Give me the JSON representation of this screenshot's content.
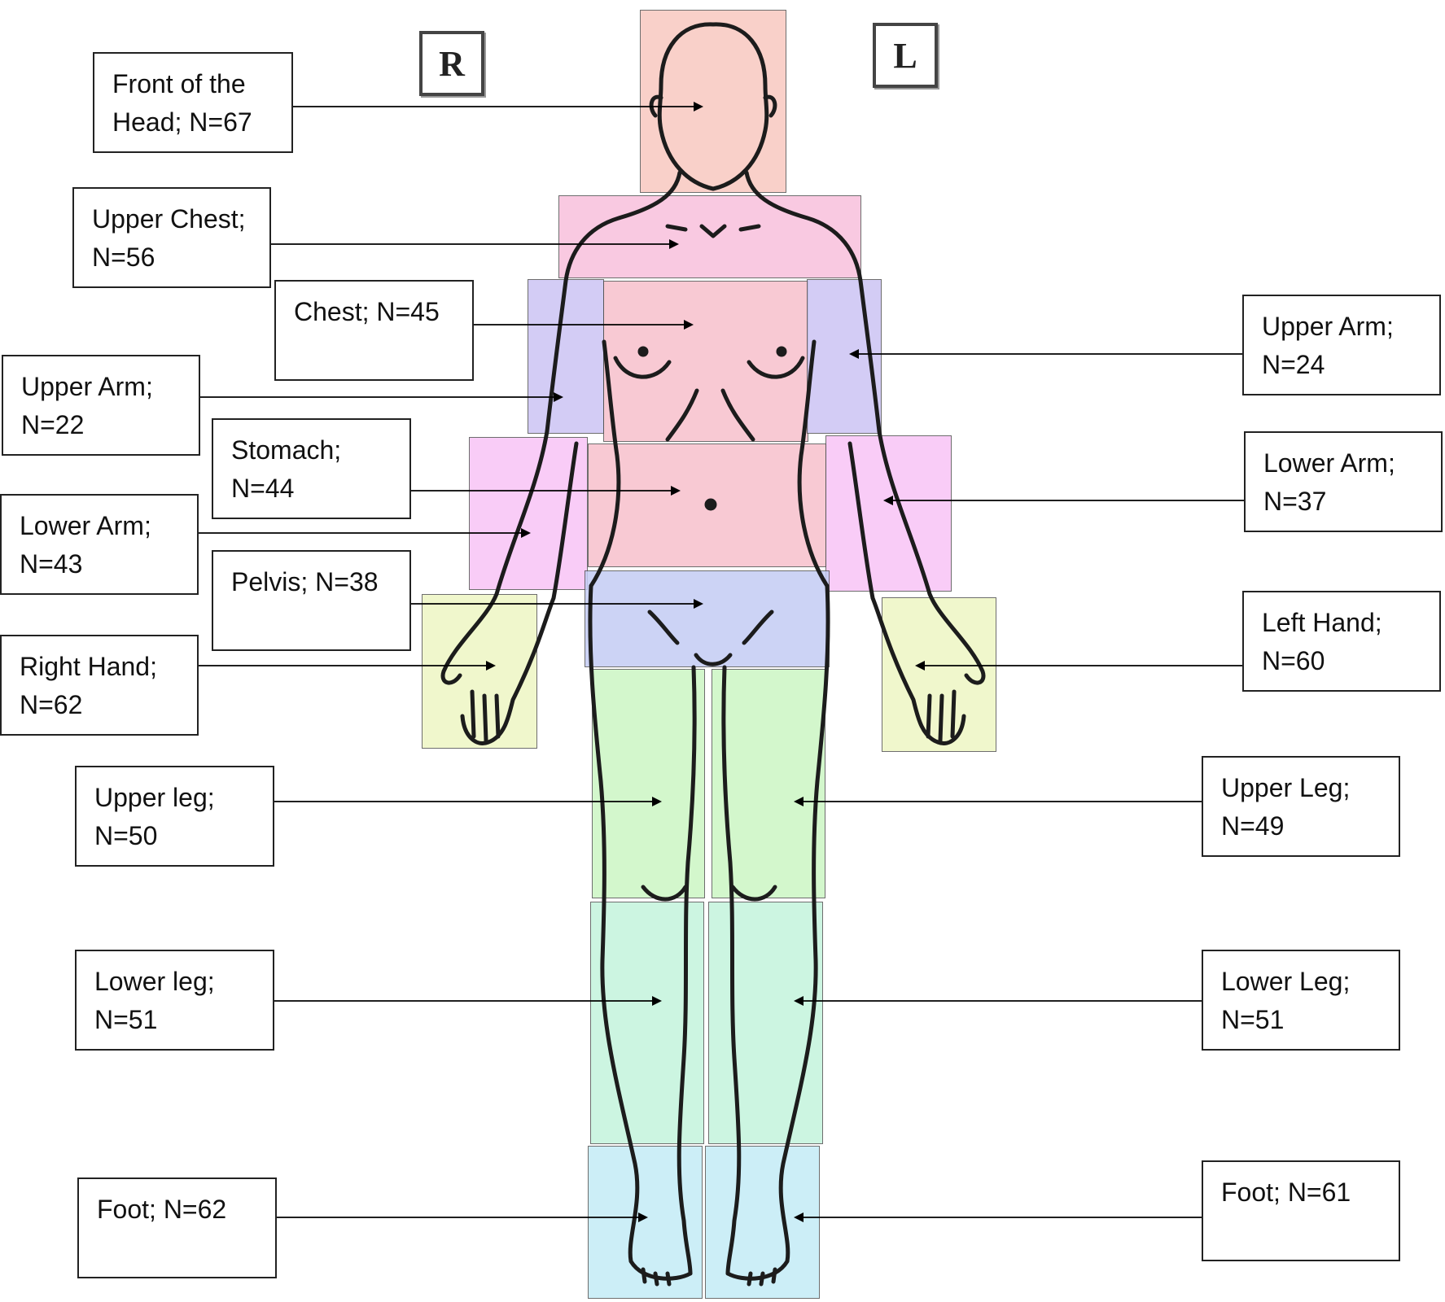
{
  "markers": {
    "right": "R",
    "left": "L"
  },
  "colors": {
    "head": "#f9c8c0",
    "upper_chest": "#f9c0dc",
    "torso": "#f7c0cc",
    "upper_arm": "#ccc4f4",
    "lower_arm": "#f8c4f6",
    "pelvis": "#c4ccf4",
    "hand": "#eef6c4",
    "upper_leg": "#ccf6c4",
    "lower_leg": "#c4f4dc",
    "foot": "#c4ecf6"
  },
  "labels": {
    "head": {
      "line1": "Front of the",
      "line2": "Head; N=67"
    },
    "upper_chest": {
      "line1": "Upper Chest;",
      "line2": "N=56"
    },
    "chest": {
      "line1": "Chest; N=45",
      "line2": ""
    },
    "upper_arm_right": {
      "line1": "Upper Arm;",
      "line2": "N=22"
    },
    "upper_arm_left": {
      "line1": "Upper Arm;",
      "line2": "N=24"
    },
    "stomach": {
      "line1": "Stomach;",
      "line2": "N=44"
    },
    "lower_arm_right": {
      "line1": "Lower Arm;",
      "line2": "N=43"
    },
    "lower_arm_left": {
      "line1": "Lower Arm;",
      "line2": "N=37"
    },
    "pelvis": {
      "line1": "Pelvis; N=38",
      "line2": ""
    },
    "right_hand": {
      "line1": "Right Hand;",
      "line2": "N=62"
    },
    "left_hand": {
      "line1": "Left Hand;",
      "line2": "N=60"
    },
    "upper_leg_right": {
      "line1": "Upper leg;",
      "line2": "N=50"
    },
    "upper_leg_left": {
      "line1": "Upper Leg;",
      "line2": "N=49"
    },
    "lower_leg_right": {
      "line1": "Lower leg;",
      "line2": "N=51"
    },
    "lower_leg_left": {
      "line1": "Lower Leg;",
      "line2": "N=51"
    },
    "foot_right": {
      "line1": "Foot; N=62",
      "line2": ""
    },
    "foot_left": {
      "line1": "Foot; N=61",
      "line2": ""
    }
  }
}
